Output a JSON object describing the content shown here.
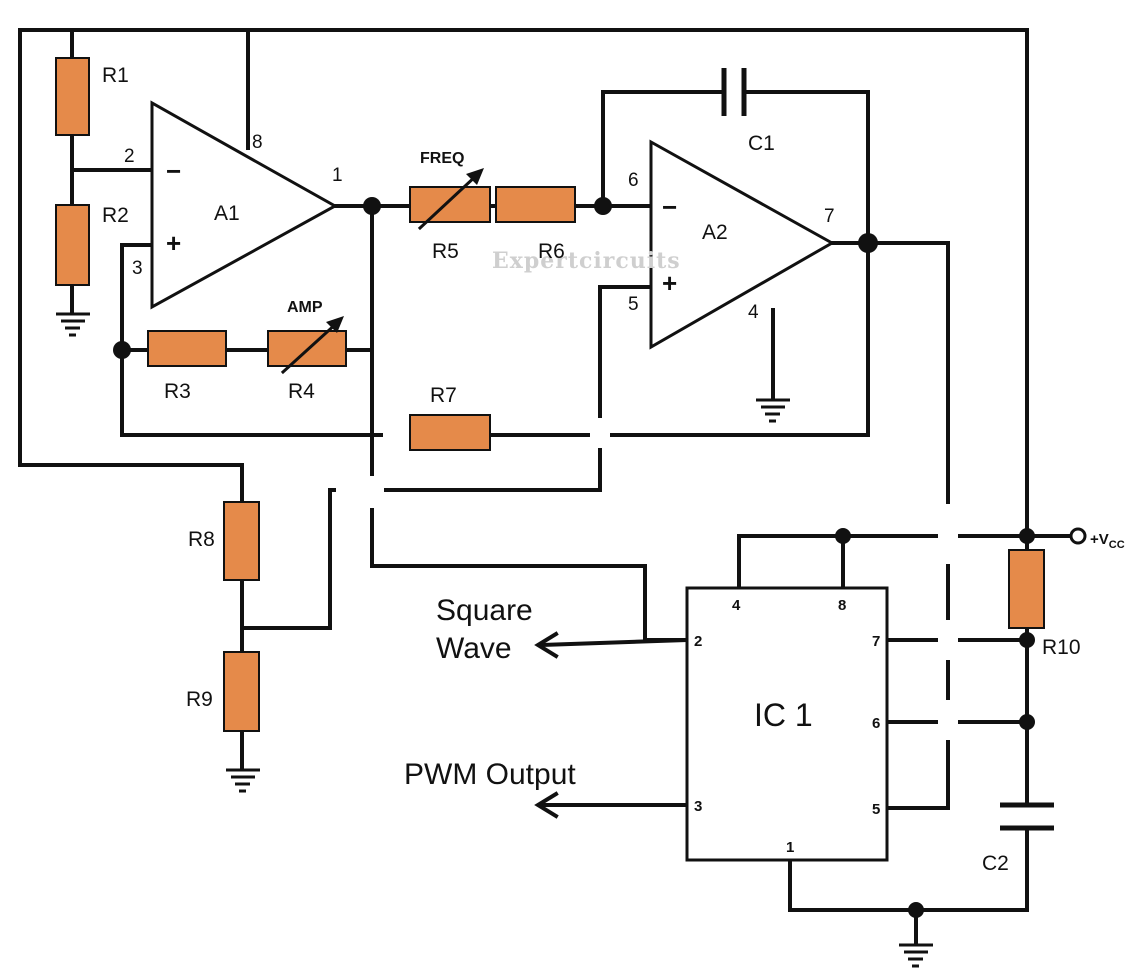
{
  "opamps": {
    "a1": {
      "name": "A1",
      "pin_inv": "2",
      "pin_noninv": "3",
      "pin_out": "1",
      "pin_supply": "8",
      "minus": "−",
      "plus": "+"
    },
    "a2": {
      "name": "A2",
      "pin_inv": "6",
      "pin_noninv": "5",
      "pin_out": "7",
      "pin_gnd": "4",
      "minus": "−",
      "plus": "+"
    }
  },
  "resistors": {
    "r1": "R1",
    "r2": "R2",
    "r3": "R3",
    "r4": "R4",
    "r5": "R5",
    "r6": "R6",
    "r7": "R7",
    "r8": "R8",
    "r9": "R9",
    "r10": "R10"
  },
  "capacitors": {
    "c1": "C1",
    "c2": "C2"
  },
  "pots": {
    "freq": "FREQ",
    "amp": "AMP"
  },
  "ic1": {
    "name": "IC 1",
    "pins": {
      "p4": "4",
      "p8": "8",
      "p2": "2",
      "p7": "7",
      "p6": "6",
      "p3": "3",
      "p5": "5",
      "p1": "1"
    }
  },
  "supply": {
    "vcc_prefix": "+V",
    "vcc_sub": "CC"
  },
  "outputs": {
    "square_line1": "Square",
    "square_line2": "Wave",
    "pwm": "PWM Output"
  },
  "watermark": "Expertcircuits",
  "colors": {
    "resistor_fill": "#E58A4A",
    "wire": "#111111"
  }
}
